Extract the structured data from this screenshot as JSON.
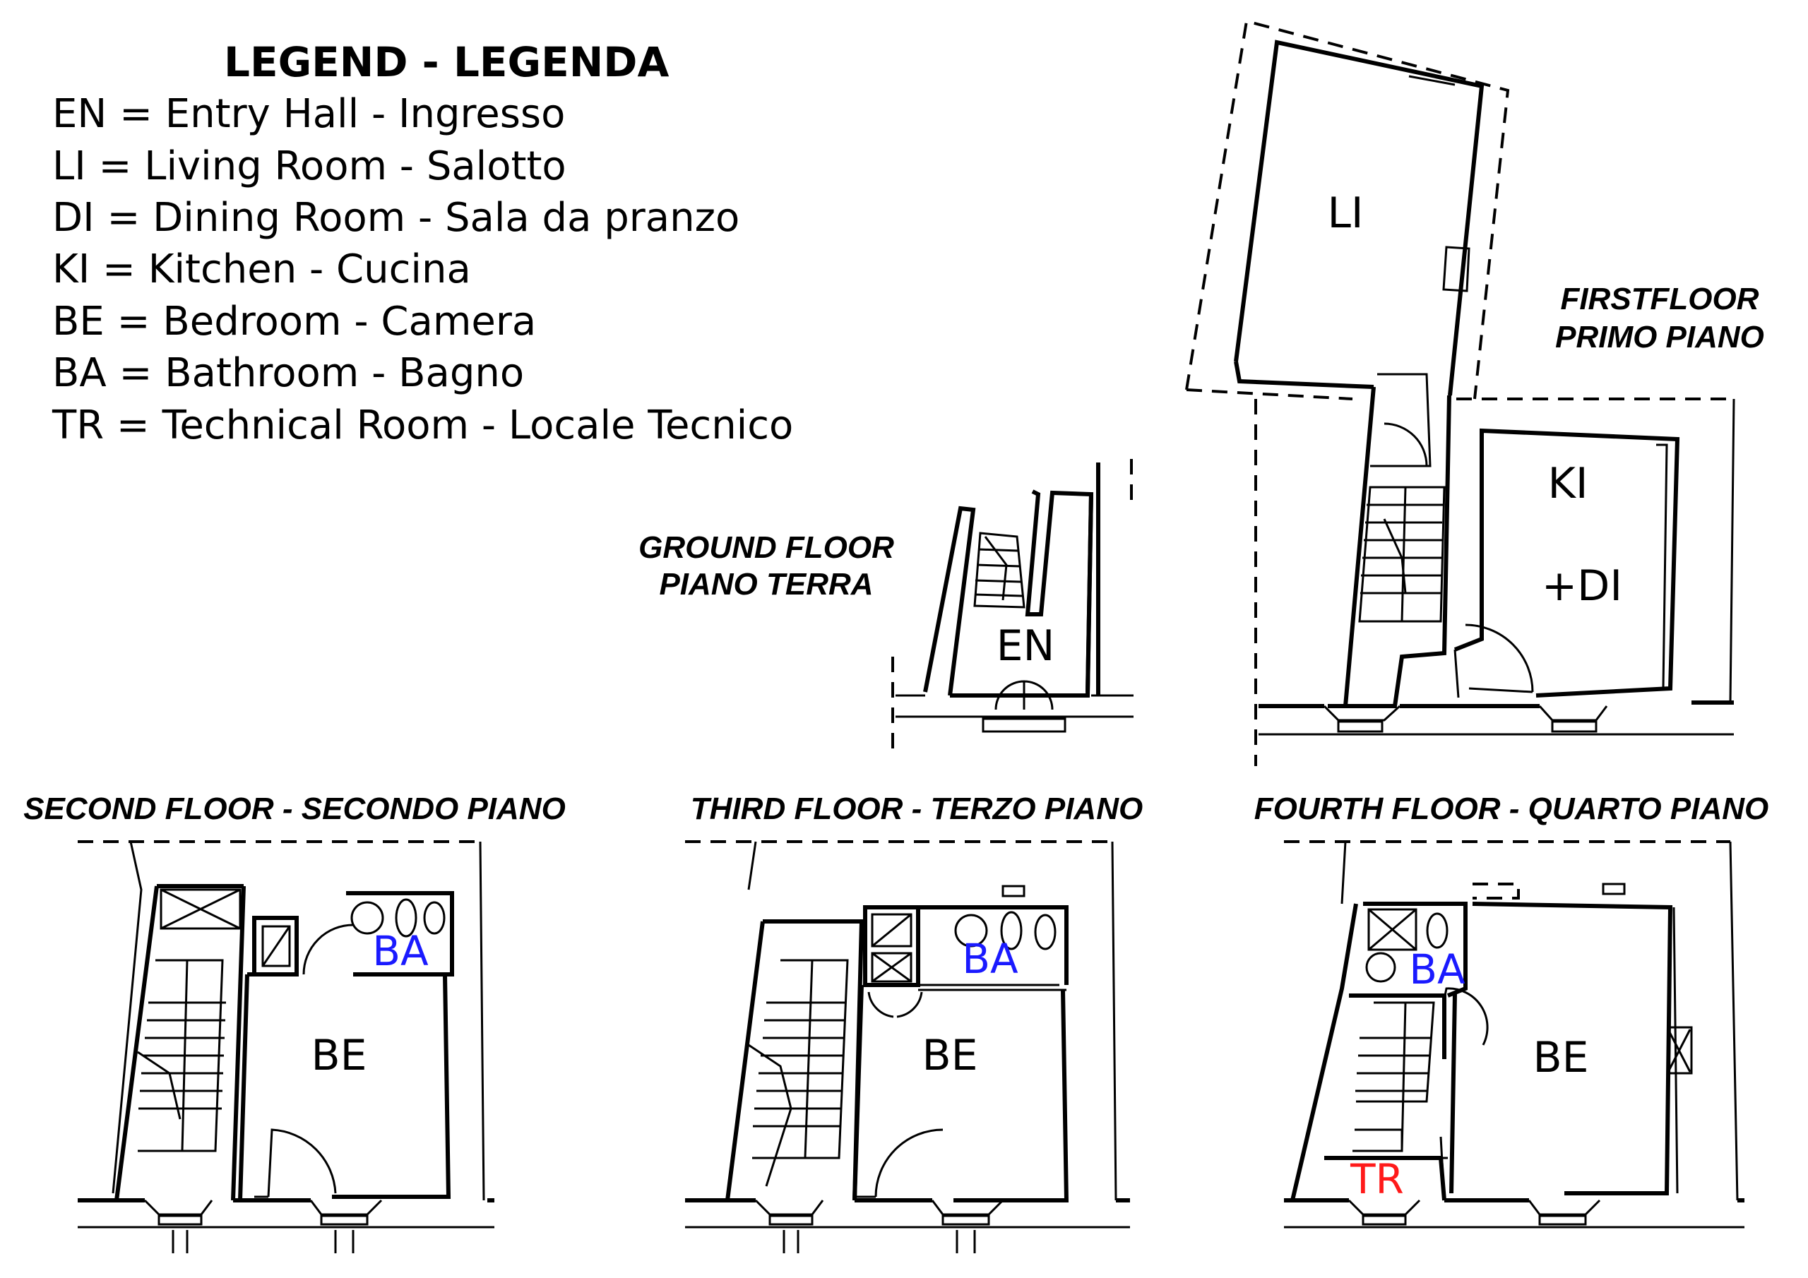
{
  "legend": {
    "title": "LEGEND - LEGENDA",
    "items": [
      "EN = Entry Hall - Ingresso",
      "LI = Living Room - Salotto",
      "DI = Dining Room - Sala da pranzo",
      "KI = Kitchen - Cucina",
      "BE = Bedroom - Camera",
      "BA = Bathroom - Bagno",
      "TR = Technical Room - Locale Tecnico"
    ]
  },
  "floors": {
    "ground": {
      "line1": "GROUND FLOOR",
      "line2": "PIANO TERRA",
      "rooms": {
        "en": "EN"
      }
    },
    "first": {
      "line1": "FIRSTFLOOR",
      "line2": "PRIMO PIANO",
      "rooms": {
        "li": "LI",
        "ki": "KI",
        "di": "+DI"
      }
    },
    "second": {
      "label": "SECOND FLOOR - SECONDO PIANO",
      "rooms": {
        "ba": "BA",
        "be": "BE"
      }
    },
    "third": {
      "label": "THIRD FLOOR - TERZO PIANO",
      "rooms": {
        "ba": "BA",
        "be": "BE"
      }
    },
    "fourth": {
      "label": "FOURTH FLOOR - QUARTO PIANO",
      "rooms": {
        "ba": "BA",
        "be": "BE",
        "tr": "TR"
      }
    }
  },
  "colors": {
    "bathroom_label": "#1a1aff",
    "technical_label": "#ff1a1a",
    "lines": "#000000"
  }
}
